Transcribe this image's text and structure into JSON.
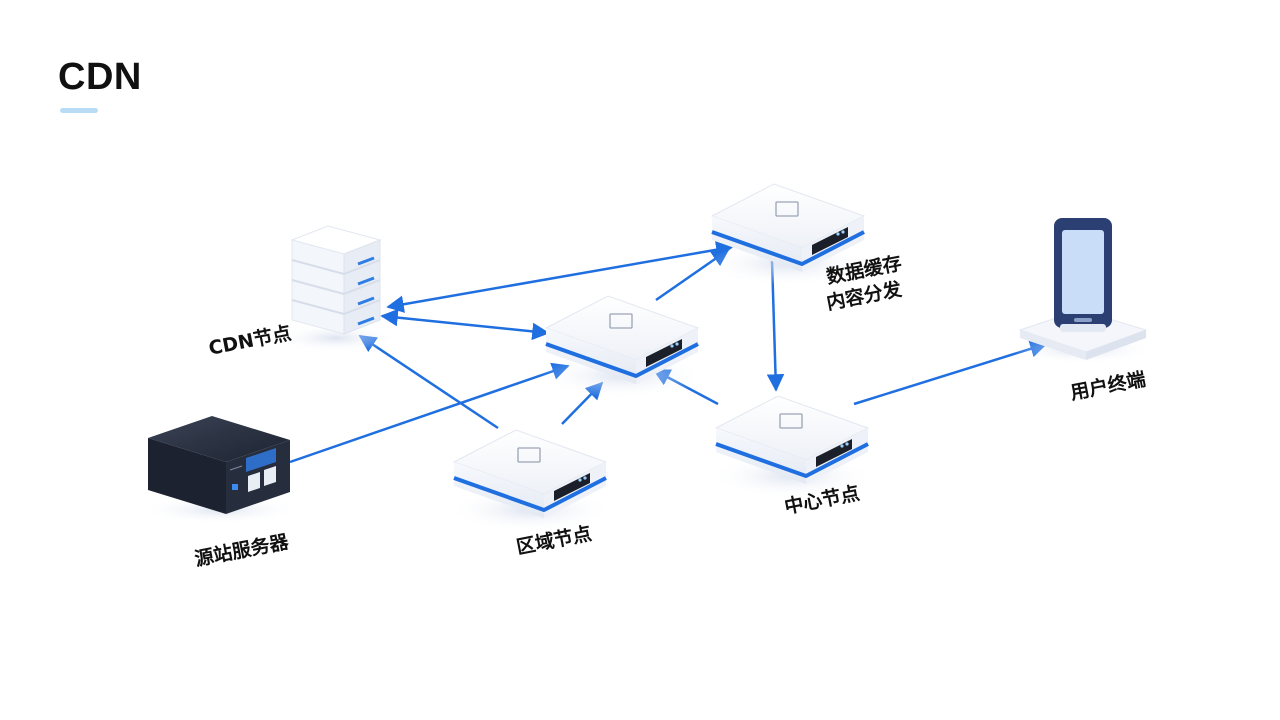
{
  "title": "CDN",
  "nodes": {
    "cdn_node": {
      "label": "CDN节点",
      "icon": "server-rack-icon"
    },
    "data_cache": {
      "label_line1": "数据缓存",
      "label_line2": "内容分发",
      "icon": "router-icon"
    },
    "hub": {
      "icon": "router-icon"
    },
    "origin": {
      "label": "源站服务器",
      "icon": "dark-server-icon"
    },
    "regional": {
      "label": "区域节点",
      "icon": "router-icon"
    },
    "central": {
      "label": "中心节点",
      "icon": "router-icon"
    },
    "user": {
      "label": "用户终端",
      "icon": "smartphone-icon"
    }
  },
  "colors": {
    "accent": "#1f6fe0",
    "accent_light": "#b9dcf6",
    "device_body": "#f4f6fb"
  }
}
